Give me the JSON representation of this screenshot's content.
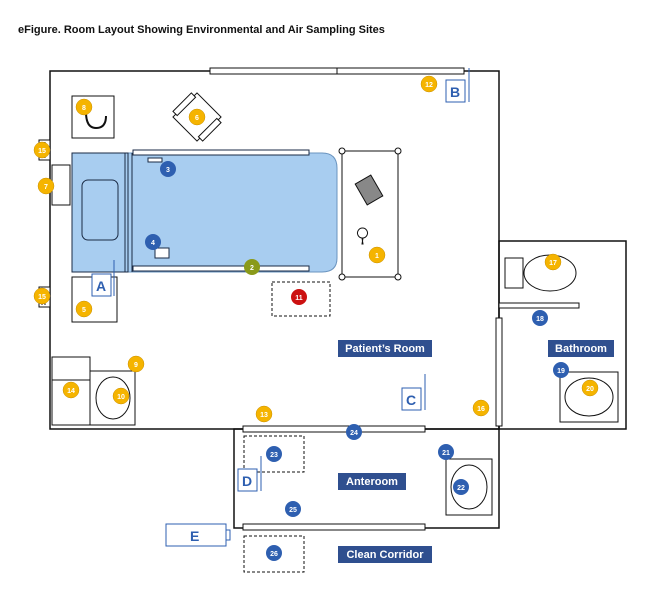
{
  "title": "eFigure. Room Layout Showing Environmental and Air Sampling Sites",
  "rooms": {
    "patient": "Patient’s Room",
    "bathroom": "Bathroom",
    "anteroom": "Anteroom",
    "corridor": "Clean Corridor"
  },
  "letters": {
    "A": "A",
    "B": "B",
    "C": "C",
    "D": "D",
    "E": "E"
  },
  "colors": {
    "yellow": "#f5b400",
    "blue": "#2e5fb0",
    "red": "#cc1111",
    "olive": "#8a9a1a",
    "label_bg": "#2f4f8f",
    "bed": "#a8cdf0"
  },
  "sites": {
    "s1": "1",
    "s2": "2",
    "s3": "3",
    "s4": "4",
    "s5": "5",
    "s6": "6",
    "s7": "7",
    "s8": "8",
    "s9": "9",
    "s10": "10",
    "s11": "11",
    "s12": "12",
    "s13": "13",
    "s14": "14",
    "s15a": "15",
    "s15b": "15",
    "s16": "16",
    "s17": "17",
    "s18": "18",
    "s19": "19",
    "s20": "20",
    "s21": "21",
    "s22": "22",
    "s23": "23",
    "s24": "24",
    "s25": "25",
    "s26": "26"
  }
}
